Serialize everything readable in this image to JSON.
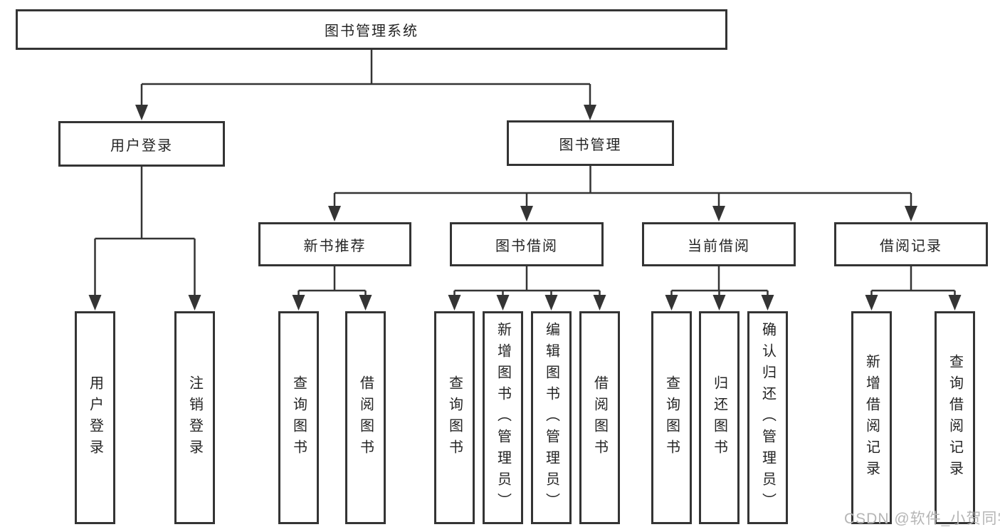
{
  "diagram": {
    "root": {
      "label": "图书管理系统"
    },
    "level2": [
      {
        "label": "用户登录",
        "children": [
          {
            "label": "用户登录"
          },
          {
            "label": "注销登录"
          }
        ]
      },
      {
        "label": "图书管理",
        "children": [
          {
            "label": "新书推荐",
            "children": [
              {
                "label": "查询图书"
              },
              {
                "label": "借阅图书"
              }
            ]
          },
          {
            "label": "图书借阅",
            "children": [
              {
                "label": "查询图书"
              },
              {
                "label": "新增图书（管理员）"
              },
              {
                "label": "编辑图书（管理员）"
              },
              {
                "label": "借阅图书"
              }
            ]
          },
          {
            "label": "当前借阅",
            "children": [
              {
                "label": "查询图书"
              },
              {
                "label": "归还图书"
              },
              {
                "label": "确认归还（管理员）"
              }
            ]
          },
          {
            "label": "借阅记录",
            "children": [
              {
                "label": "新增借阅记录"
              },
              {
                "label": "查询借阅记录"
              }
            ]
          }
        ]
      }
    ]
  },
  "watermark": {
    "text": "CSDN @软件_小贺同学"
  },
  "colors": {
    "line": "#343434",
    "text": "#242424",
    "background": "#ffffff",
    "watermark": "#b5b5b5"
  }
}
